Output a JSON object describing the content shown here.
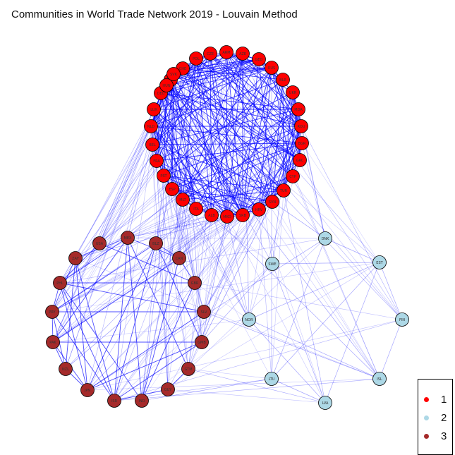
{
  "title": "Communities in World Trade Network 2019 - Louvain Method",
  "colors": {
    "community_1": "#ff0000",
    "community_2": "#add8e6",
    "community_3": "#a52a2a",
    "edge": "#0000ff"
  },
  "legend": [
    {
      "label": "1",
      "community": 1
    },
    {
      "label": "2",
      "community": 2
    },
    {
      "label": "3",
      "community": 3
    }
  ],
  "nodes": [
    {
      "id": "CZE",
      "c": 1
    },
    {
      "id": "AZE",
      "c": 1
    },
    {
      "id": "ARM",
      "c": 1
    },
    {
      "id": "GEO",
      "c": 1
    },
    {
      "id": "RUS",
      "c": 1
    },
    {
      "id": "BLR",
      "c": 1
    },
    {
      "id": "UKR",
      "c": 1
    },
    {
      "id": "MDA",
      "c": 1
    },
    {
      "id": "ROU",
      "c": 1
    },
    {
      "id": "BGR",
      "c": 1
    },
    {
      "id": "GRC",
      "c": 1
    },
    {
      "id": "CYP",
      "c": 1
    },
    {
      "id": "TUR",
      "c": 1
    },
    {
      "id": "SVN",
      "c": 1
    },
    {
      "id": "HRV",
      "c": 1
    },
    {
      "id": "SRB",
      "c": 1
    },
    {
      "id": "MKD",
      "c": 1
    },
    {
      "id": "ALB",
      "c": 1
    },
    {
      "id": "ITA",
      "c": 1
    },
    {
      "id": "MLT",
      "c": 1
    },
    {
      "id": "ESP",
      "c": 1
    },
    {
      "id": "PRT",
      "c": 1
    },
    {
      "id": "FRA",
      "c": 1
    },
    {
      "id": "BEL",
      "c": 1
    },
    {
      "id": "NLD",
      "c": 1
    },
    {
      "id": "LUX",
      "c": 1
    },
    {
      "id": "DEU",
      "c": 1
    },
    {
      "id": "AUT",
      "c": 1
    },
    {
      "id": "CHE",
      "c": 1
    },
    {
      "id": "POL",
      "c": 1
    },
    {
      "id": "SVK",
      "c": 1
    },
    {
      "id": "HUN",
      "c": 1
    },
    {
      "id": "EST",
      "c": 2
    },
    {
      "id": "DNK",
      "c": 2
    },
    {
      "id": "SWE",
      "c": 2
    },
    {
      "id": "NOR",
      "c": 2
    },
    {
      "id": "FIN",
      "c": 2
    },
    {
      "id": "LTU",
      "c": 2
    },
    {
      "id": "ISL",
      "c": 2
    },
    {
      "id": "LVA",
      "c": 2
    },
    {
      "id": "USA",
      "c": 3
    },
    {
      "id": "MEX",
      "c": 3
    },
    {
      "id": "BLZ",
      "c": 3
    },
    {
      "id": "CAN",
      "c": 3
    },
    {
      "id": "GBR",
      "c": 3
    },
    {
      "id": "SLV",
      "c": 3
    },
    {
      "id": "GMB",
      "c": 3
    },
    {
      "id": "GTM",
      "c": 3
    },
    {
      "id": "GUY",
      "c": 3
    },
    {
      "id": "IND",
      "c": 3
    },
    {
      "id": "ISR",
      "c": 3
    },
    {
      "id": "JPN",
      "c": 3
    },
    {
      "id": "NZL",
      "c": 3
    },
    {
      "id": "PAK",
      "c": 3
    },
    {
      "id": "PRY",
      "c": 3
    },
    {
      "id": "PHL",
      "c": 3
    },
    {
      "id": "ZAF",
      "c": 3
    }
  ]
}
